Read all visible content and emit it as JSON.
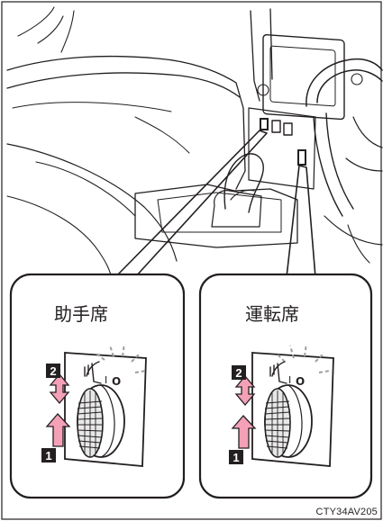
{
  "panels": {
    "left": {
      "title": "助手席"
    },
    "right": {
      "title": "運転席"
    }
  },
  "badges": {
    "step1": "1",
    "step2": "2"
  },
  "reference_code": "CTY34AV205",
  "colors": {
    "ink": "#231f20",
    "arrow_pink": "#f4a1b8",
    "dial_gray": "#e8e8e8",
    "glow": "#9e9e9e"
  }
}
